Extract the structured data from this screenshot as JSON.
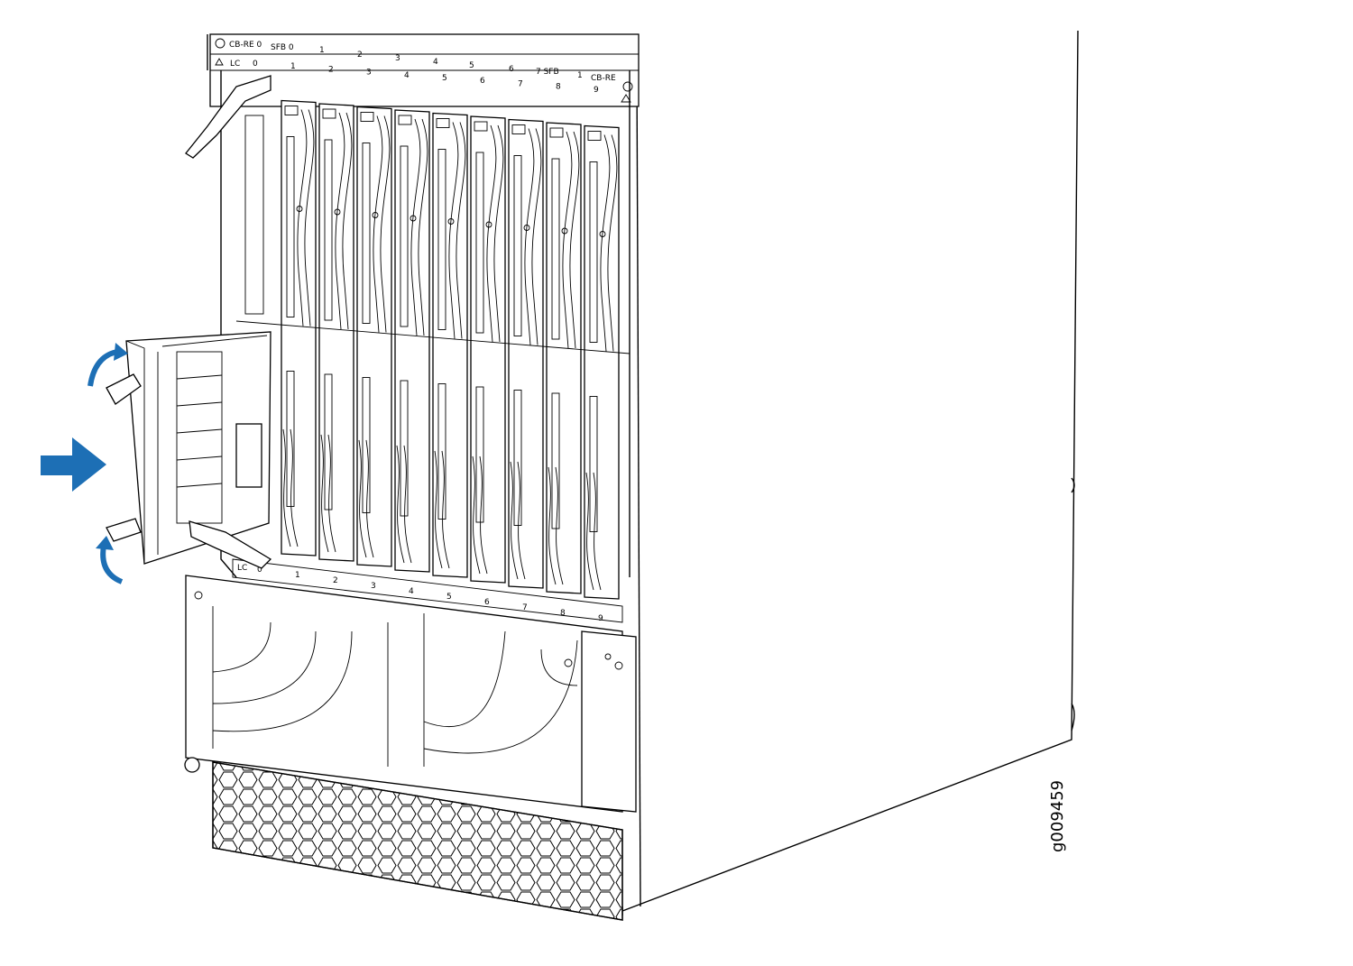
{
  "figure": {
    "id_label": "g009459",
    "colors": {
      "line": "#000000",
      "accent_arrow": "#1d6fb5",
      "background": "#ffffff"
    }
  },
  "top_labels": {
    "row1": [
      "CB-RE 0",
      "SFB 0",
      "1",
      "2",
      "3",
      "4",
      "5",
      "6",
      "7 SFB",
      "1",
      "CB-RE"
    ],
    "lc_prefix": "LC",
    "lc_slots": [
      "0",
      "1",
      "2",
      "3",
      "4",
      "5",
      "6",
      "7",
      "8",
      "9"
    ]
  },
  "bottom_labels": {
    "lc_prefix": "LC",
    "lc_slots": [
      "0",
      "1",
      "2",
      "3",
      "4",
      "5",
      "6",
      "7",
      "8",
      "9"
    ]
  },
  "icons": [
    "warning-triangle-icon",
    "insert-arrow-icon",
    "rotate-ejector-up-icon",
    "rotate-ejector-down-icon"
  ]
}
